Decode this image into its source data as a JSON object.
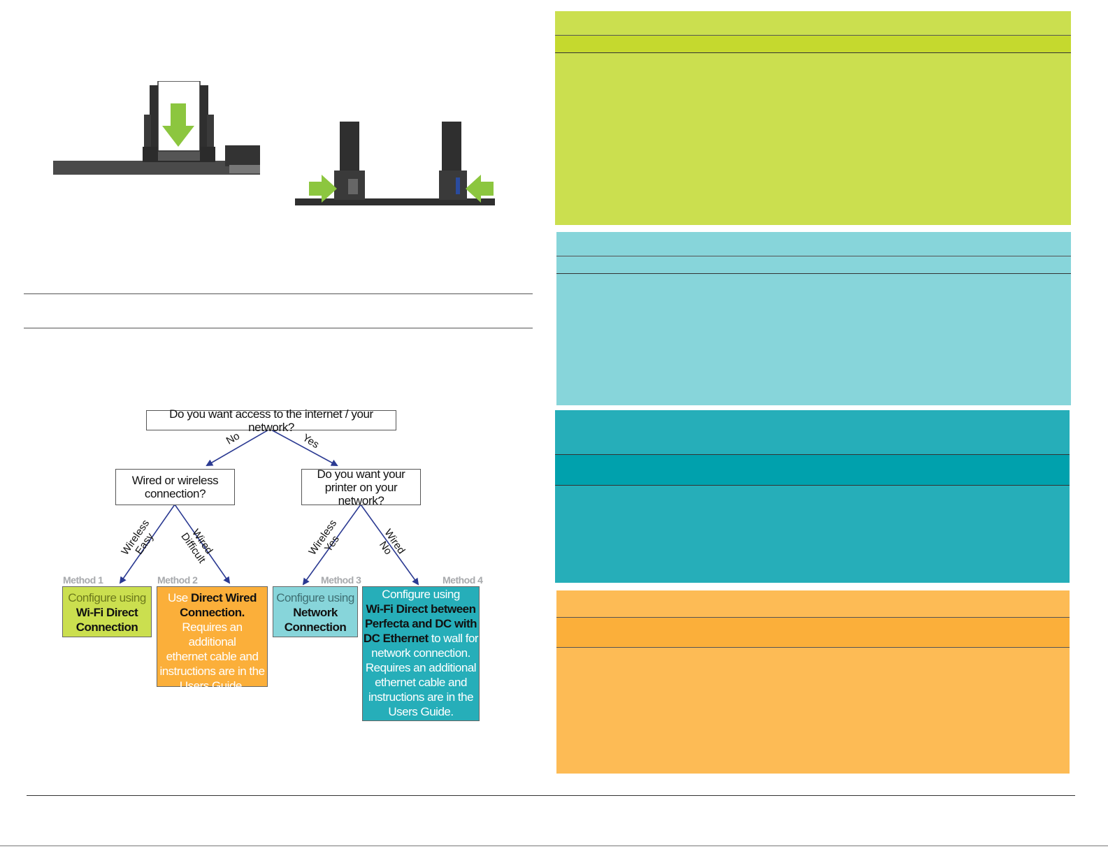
{
  "colors": {
    "green": "#cbdf4f",
    "green_band": "#c5d92e",
    "light_blue": "#87d5da",
    "teal": "#26aeb9",
    "teal_band": "#00a1ad",
    "orange": "#fdbb55",
    "orange_band": "#fbaf3a",
    "arrow_blue": "#2b3a92",
    "hint_green": "#8cc63f"
  },
  "flowchart": {
    "question_top": "Do you want access to the internet / your network?",
    "edge_no": "No",
    "edge_yes": "Yes",
    "question_left": [
      "Wired or wireless",
      "connection?"
    ],
    "question_right": [
      "Do you want your",
      "printer on your network?"
    ],
    "edge_wireless_easy": [
      "Wireless",
      "Easy"
    ],
    "edge_wired_difficult": [
      "Wired",
      "Difficult"
    ],
    "edge_wireless_yes": [
      "Wireless",
      "Yes"
    ],
    "edge_wired_no": [
      "Wired",
      "No"
    ],
    "methods": [
      {
        "label": "Method 1",
        "lines": [
          {
            "text": "Configure using",
            "bold": false
          },
          {
            "text": "Wi-Fi Direct",
            "bold": true
          },
          {
            "text": "Connection",
            "bold": true
          }
        ]
      },
      {
        "label": "Method 2",
        "lines": [
          {
            "text": "Use ",
            "bold": false,
            "inline_bold": "Direct Wired"
          },
          {
            "text": "Connection.",
            "bold": true
          },
          {
            "text": "Requires an additional",
            "bold": false
          },
          {
            "text": "ethernet cable and",
            "bold": false
          },
          {
            "text": "instructions are in the",
            "bold": false
          },
          {
            "text": "Users Guide.",
            "bold": false
          }
        ]
      },
      {
        "label": "Method 3",
        "lines": [
          {
            "text": "Configure using",
            "bold": false
          },
          {
            "text": "Network",
            "bold": true
          },
          {
            "text": "Connection",
            "bold": true
          }
        ]
      },
      {
        "label": "Method 4",
        "lines": [
          {
            "text": "Configure using",
            "bold": false
          },
          {
            "text": "Wi-Fi Direct between",
            "bold": true
          },
          {
            "text": "Perfecta and DC with",
            "bold": true
          },
          {
            "text": "DC Ethernet",
            "bold": true,
            "suffix": " to wall for"
          },
          {
            "text": "network connection.",
            "bold": false
          },
          {
            "text": "Requires an additional",
            "bold": false
          },
          {
            "text": "ethernet cable and",
            "bold": false
          },
          {
            "text": "instructions are in the",
            "bold": false
          },
          {
            "text": "Users Guide.",
            "bold": false
          }
        ]
      }
    ]
  }
}
